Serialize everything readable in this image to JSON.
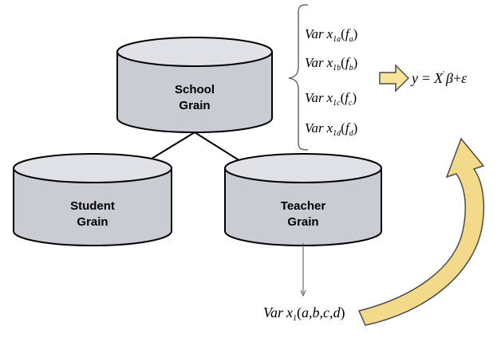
{
  "nodes": {
    "school": {
      "line1": "School",
      "line2": "Grain"
    },
    "student": {
      "line1": "Student",
      "line2": "Grain"
    },
    "teacher": {
      "line1": "Teacher",
      "line2": "Grain"
    }
  },
  "variables": [
    {
      "prefix": "Var",
      "x": "x",
      "sub": "1a",
      "arg": "f",
      "argsub": "a"
    },
    {
      "prefix": "Var",
      "x": "x",
      "sub": "1b",
      "arg": "f",
      "argsub": "b"
    },
    {
      "prefix": "Var",
      "x": "x",
      "sub": "1c",
      "arg": "f",
      "argsub": "c"
    },
    {
      "prefix": "Var",
      "x": "x",
      "sub": "1d",
      "arg": "f",
      "argsub": "d"
    }
  ],
  "equation": {
    "lhs": "y",
    "eq": "=",
    "X": "X",
    "prime": "'",
    "beta": "β",
    "plus": "+",
    "eps": "ε"
  },
  "bottom_var": {
    "prefix": "Var",
    "x": "x",
    "sub": "1",
    "args": "a,b,c,d"
  },
  "colors": {
    "cylinder_top": "#dfe1e6",
    "cylinder_side": "#c9ccd3",
    "cylinder_stroke": "#000000",
    "arrow_fill": "#f7e69a",
    "arrow_stroke": "#4a4a4a",
    "curve_fill": "#f3d98a",
    "curve_stroke": "#4a4a4a"
  }
}
